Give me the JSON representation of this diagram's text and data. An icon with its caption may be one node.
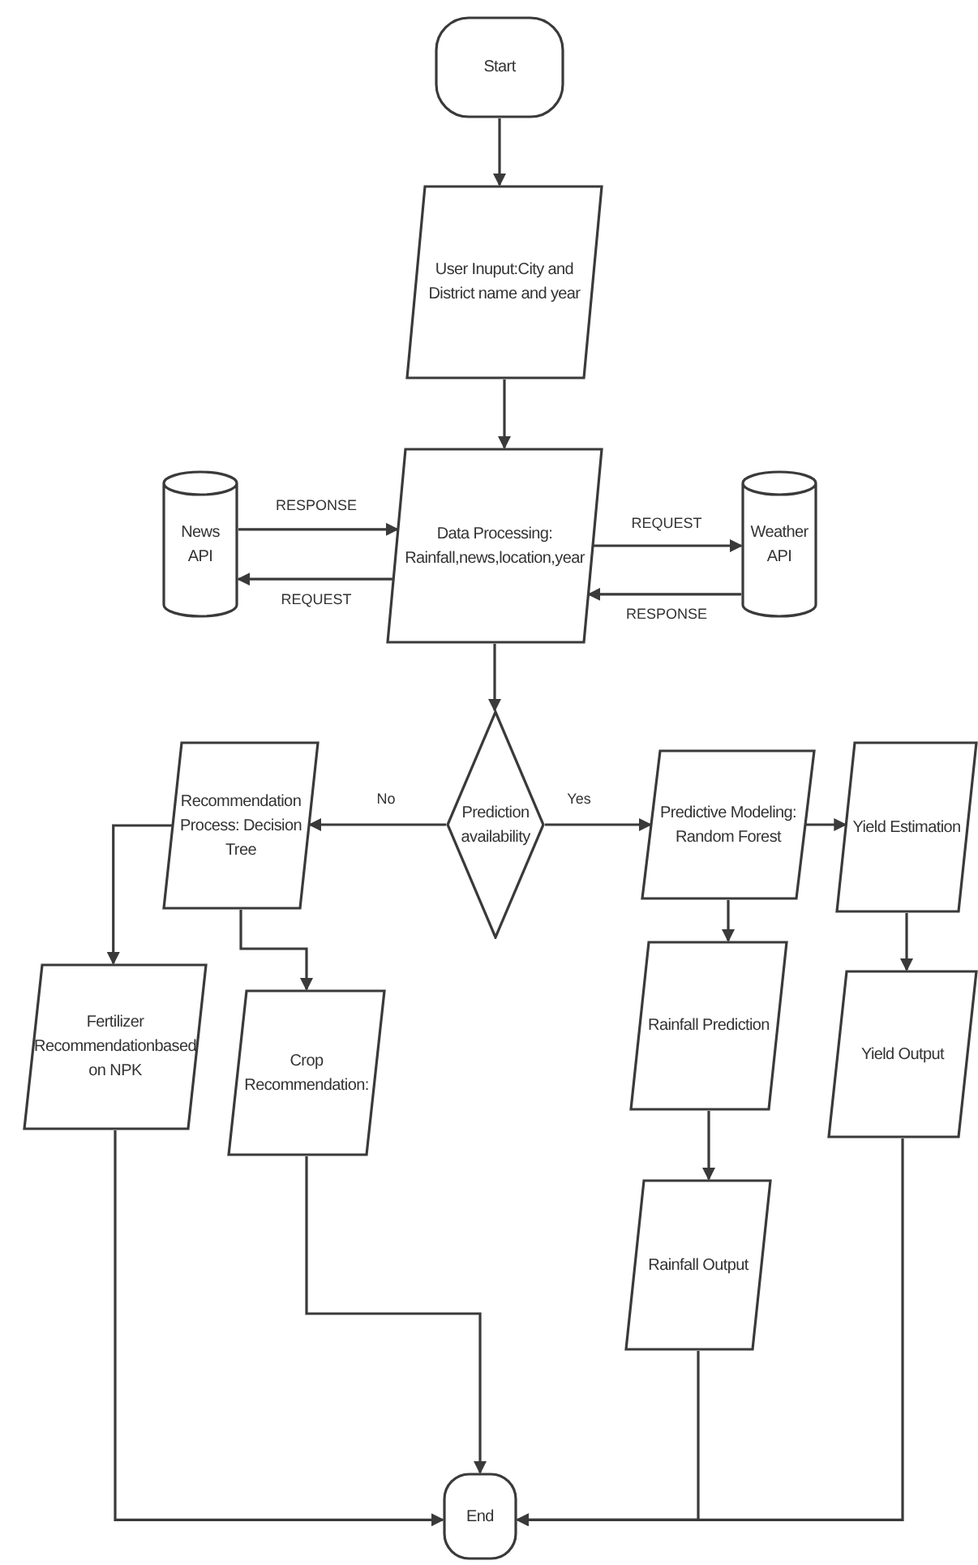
{
  "diagram": {
    "nodes": [
      {
        "text": [
          "Start"
        ]
      },
      {
        "text": [
          "User Inuput:City and District name and year"
        ]
      },
      {
        "text": [
          "Data Processing: Rainfall,news,location,year"
        ]
      },
      {
        "text": [
          "News API"
        ]
      },
      {
        "text": [
          "Weather API"
        ]
      },
      {
        "text": [
          "Prediction availability"
        ]
      },
      {
        "text": [
          "Recommendation Process: Decision Tree"
        ]
      },
      {
        "text": [
          "Predictive Modeling: Random Forest"
        ]
      },
      {
        "text": [
          "Yield Estimation"
        ]
      },
      {
        "text": [
          "Fertilizer Recommendationbased on NPK"
        ]
      },
      {
        "text": [
          "Crop Recommendation:"
        ]
      },
      {
        "text": [
          "Rainfall Prediction"
        ]
      },
      {
        "text": [
          "Yield Output"
        ]
      },
      {
        "text": [
          "Rainfall Output"
        ]
      },
      {
        "text": [
          "End"
        ]
      }
    ],
    "edges": [
      {
        "from": 0,
        "to": 1,
        "arrow": "to"
      },
      {
        "from": 1,
        "to": 2,
        "arrow": "to"
      },
      {
        "from": 3,
        "to": 2,
        "arrow": "to",
        "label": "RESPONSE"
      },
      {
        "from": 2,
        "to": 3,
        "arrow": "to",
        "label": "REQUEST"
      },
      {
        "from": 2,
        "to": 4,
        "arrow": "to",
        "label": "REQUEST"
      },
      {
        "from": 4,
        "to": 2,
        "arrow": "to",
        "label": "RESPONSE"
      },
      {
        "from": 2,
        "to": 5,
        "arrow": "to"
      },
      {
        "from": 5,
        "to": 6,
        "arrow": "to",
        "label": "No"
      },
      {
        "from": 5,
        "to": 7,
        "arrow": "to",
        "label": "Yes"
      },
      {
        "from": 7,
        "to": 8,
        "arrow": "to"
      },
      {
        "from": 6,
        "to": 9,
        "arrow": "to"
      },
      {
        "from": 6,
        "to": 10,
        "arrow": "to"
      },
      {
        "from": 7,
        "to": 11,
        "arrow": "to"
      },
      {
        "from": 8,
        "to": 12,
        "arrow": "to"
      },
      {
        "from": 11,
        "to": 13,
        "arrow": "to"
      },
      {
        "from": 9,
        "to": 14,
        "arrow": "to"
      },
      {
        "from": 10,
        "to": 14,
        "arrow": "to"
      },
      {
        "from": 13,
        "to": 14,
        "arrow": "to"
      },
      {
        "from": 12,
        "to": 14,
        "arrow": "to"
      }
    ]
  }
}
